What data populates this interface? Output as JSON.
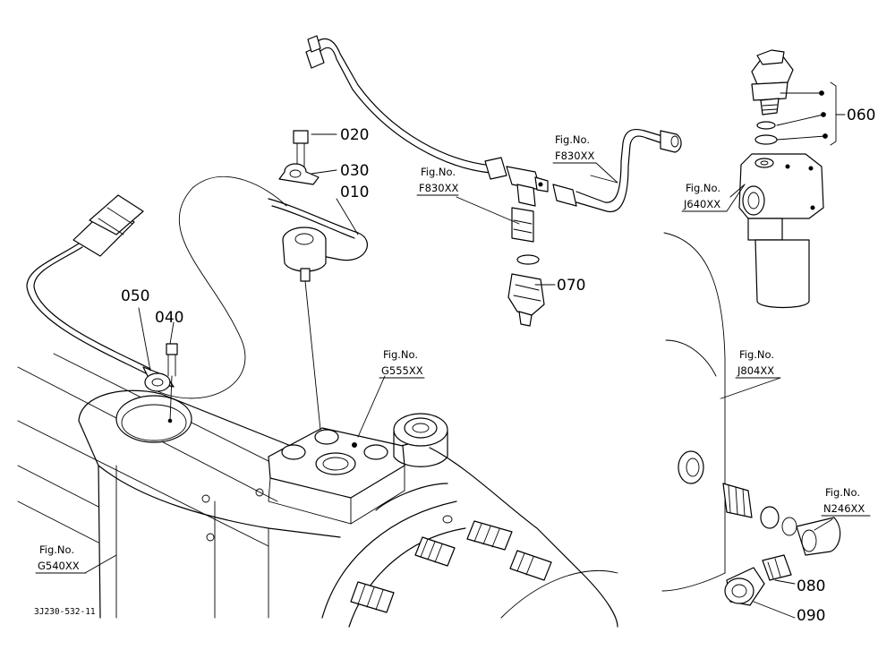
{
  "drawing_code": "3J230-532-11",
  "callouts": {
    "p010": "010",
    "p020": "020",
    "p030": "030",
    "p040": "040",
    "p050": "050",
    "p060": "060",
    "p070": "070",
    "p080": "080",
    "p090": "090"
  },
  "refs": {
    "fig_label": "Fig.No.",
    "f830_left": "F830XX",
    "f830_right": "F830XX",
    "j640": "J640XX",
    "g555": "G555XX",
    "j804": "J804XX",
    "n246": "N246XX",
    "g540": "G540XX"
  }
}
